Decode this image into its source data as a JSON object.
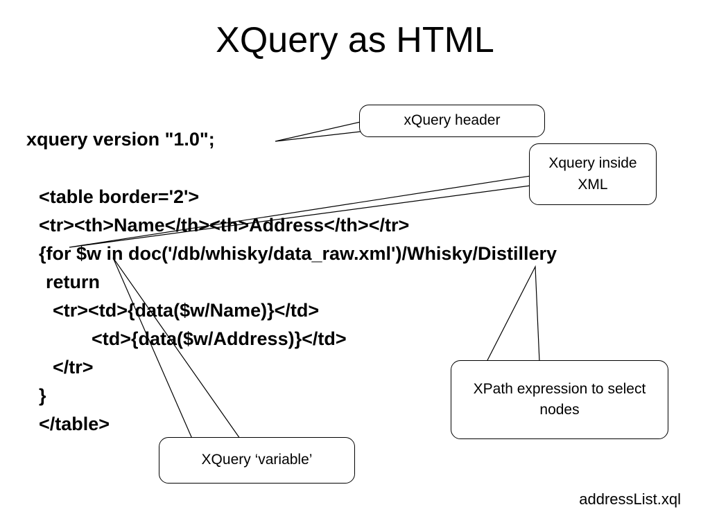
{
  "title": "XQuery as HTML",
  "code": {
    "line1": "xquery version \"1.0\";",
    "line2": "<table border='2'>",
    "line3": "<tr><th>Name</th><th>Address</th></tr>",
    "line4": "{for $w in doc('/db/whisky/data_raw.xml')/Whisky/Distillery",
    "line5": "return",
    "line6": "<tr><td>{data($w/Name)}</td>",
    "line7": "<td>{data($w/Address)}</td>",
    "line8": "</tr>",
    "line9": "}",
    "line10": "</table>"
  },
  "callouts": {
    "header": "xQuery header",
    "inside_xml": "Xquery inside XML",
    "xpath": "XPath expression to select nodes",
    "variable": "XQuery ‘variable’"
  },
  "filename": "addressList.xql"
}
